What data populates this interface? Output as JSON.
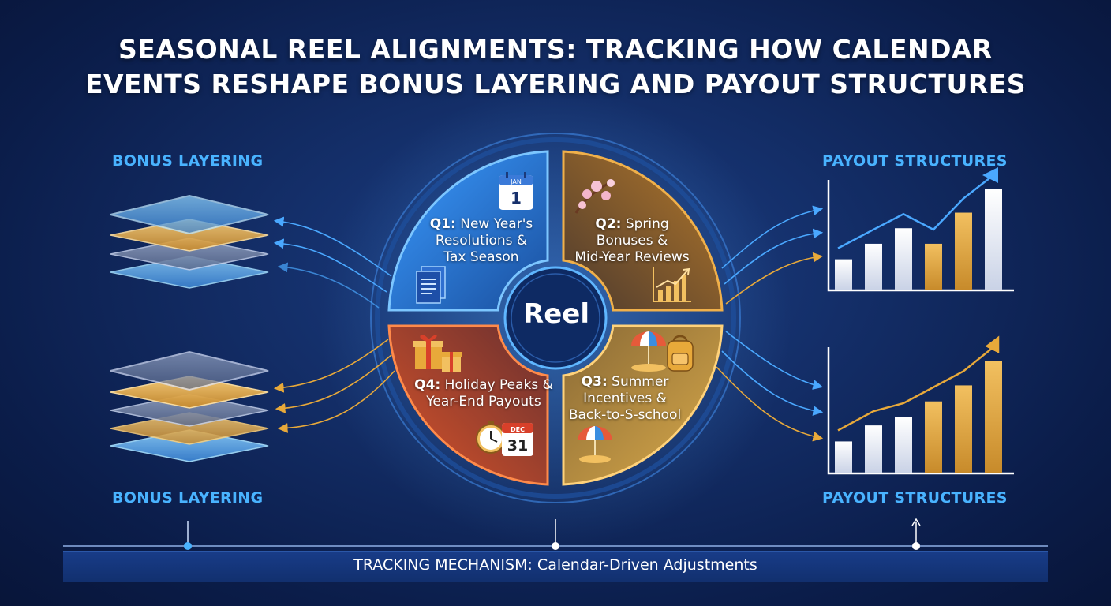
{
  "title": {
    "line1": "SEASONAL REEL ALIGNMENTS: TRACKING HOW CALENDAR",
    "line2": "EVENTS RESHAPE BONUS LAYERING AND PAYOUT STRUCTURES"
  },
  "left": {
    "top_label": "BONUS LAYERING",
    "bottom_label": "BONUS LAYERING"
  },
  "right": {
    "top_label": "PAYOUT STRUCTURES",
    "bottom_label": "PAYOUT STRUCTURES"
  },
  "reel": {
    "center_label": "Reel",
    "quadrants": [
      {
        "id": "q1",
        "prefix": "Q1:",
        "text_line1": "New Year's",
        "text_line2": "Resolutions &",
        "text_line3": "Tax Season",
        "color": "#2e8ee0",
        "calendar_month": "JAN",
        "calendar_day": "1",
        "icons": [
          "calendar-icon",
          "document-icon"
        ]
      },
      {
        "id": "q2",
        "prefix": "Q2:",
        "text_line1": "Spring",
        "text_line2": "Bonuses &",
        "text_line3": "Mid-Year Reviews",
        "color": "#c48a30",
        "icons": [
          "cherry-blossom-icon",
          "growth-chart-icon"
        ]
      },
      {
        "id": "q3",
        "prefix": "Q3:",
        "text_line1": "Summer",
        "text_line2": "Incentives &",
        "text_line3": "Back-to-S-school",
        "color": "#d8a640",
        "icons": [
          "beach-umbrella-icon",
          "backpack-icon",
          "beach-umbrella-icon"
        ]
      },
      {
        "id": "q4",
        "prefix": "Q4:",
        "text_line1": "Holiday Peaks &",
        "text_line2": "Year-End Payouts",
        "text_line3": "",
        "color": "#c9502a",
        "calendar_month": "DEC",
        "calendar_day": "31",
        "icons": [
          "gift-icon",
          "clock-icon",
          "calendar-icon"
        ]
      }
    ]
  },
  "chart_data": [
    {
      "type": "bar",
      "title": "",
      "values": [
        2,
        3,
        4,
        3,
        5,
        6.5
      ],
      "bar_colors": [
        "#ffffff",
        "#ffffff",
        "#ffffff",
        "#e8a93a",
        "#e8a93a",
        "#ffffff"
      ],
      "trend_line": true
    },
    {
      "type": "bar",
      "title": "",
      "values": [
        2,
        3,
        3.5,
        4.5,
        5.5,
        7
      ],
      "bar_colors": [
        "#ffffff",
        "#ffffff",
        "#ffffff",
        "#e8a93a",
        "#e8a93a",
        "#e8a93a"
      ],
      "trend_line": true
    }
  ],
  "footer": {
    "tracking_text": "TRACKING MECHANISM: Calendar-Driven Adjustments"
  },
  "colors": {
    "accent_blue": "#49b3ff",
    "accent_gold": "#e8a93a",
    "q1_blue": "#2e8ee0",
    "q4_orange": "#c9502a"
  }
}
